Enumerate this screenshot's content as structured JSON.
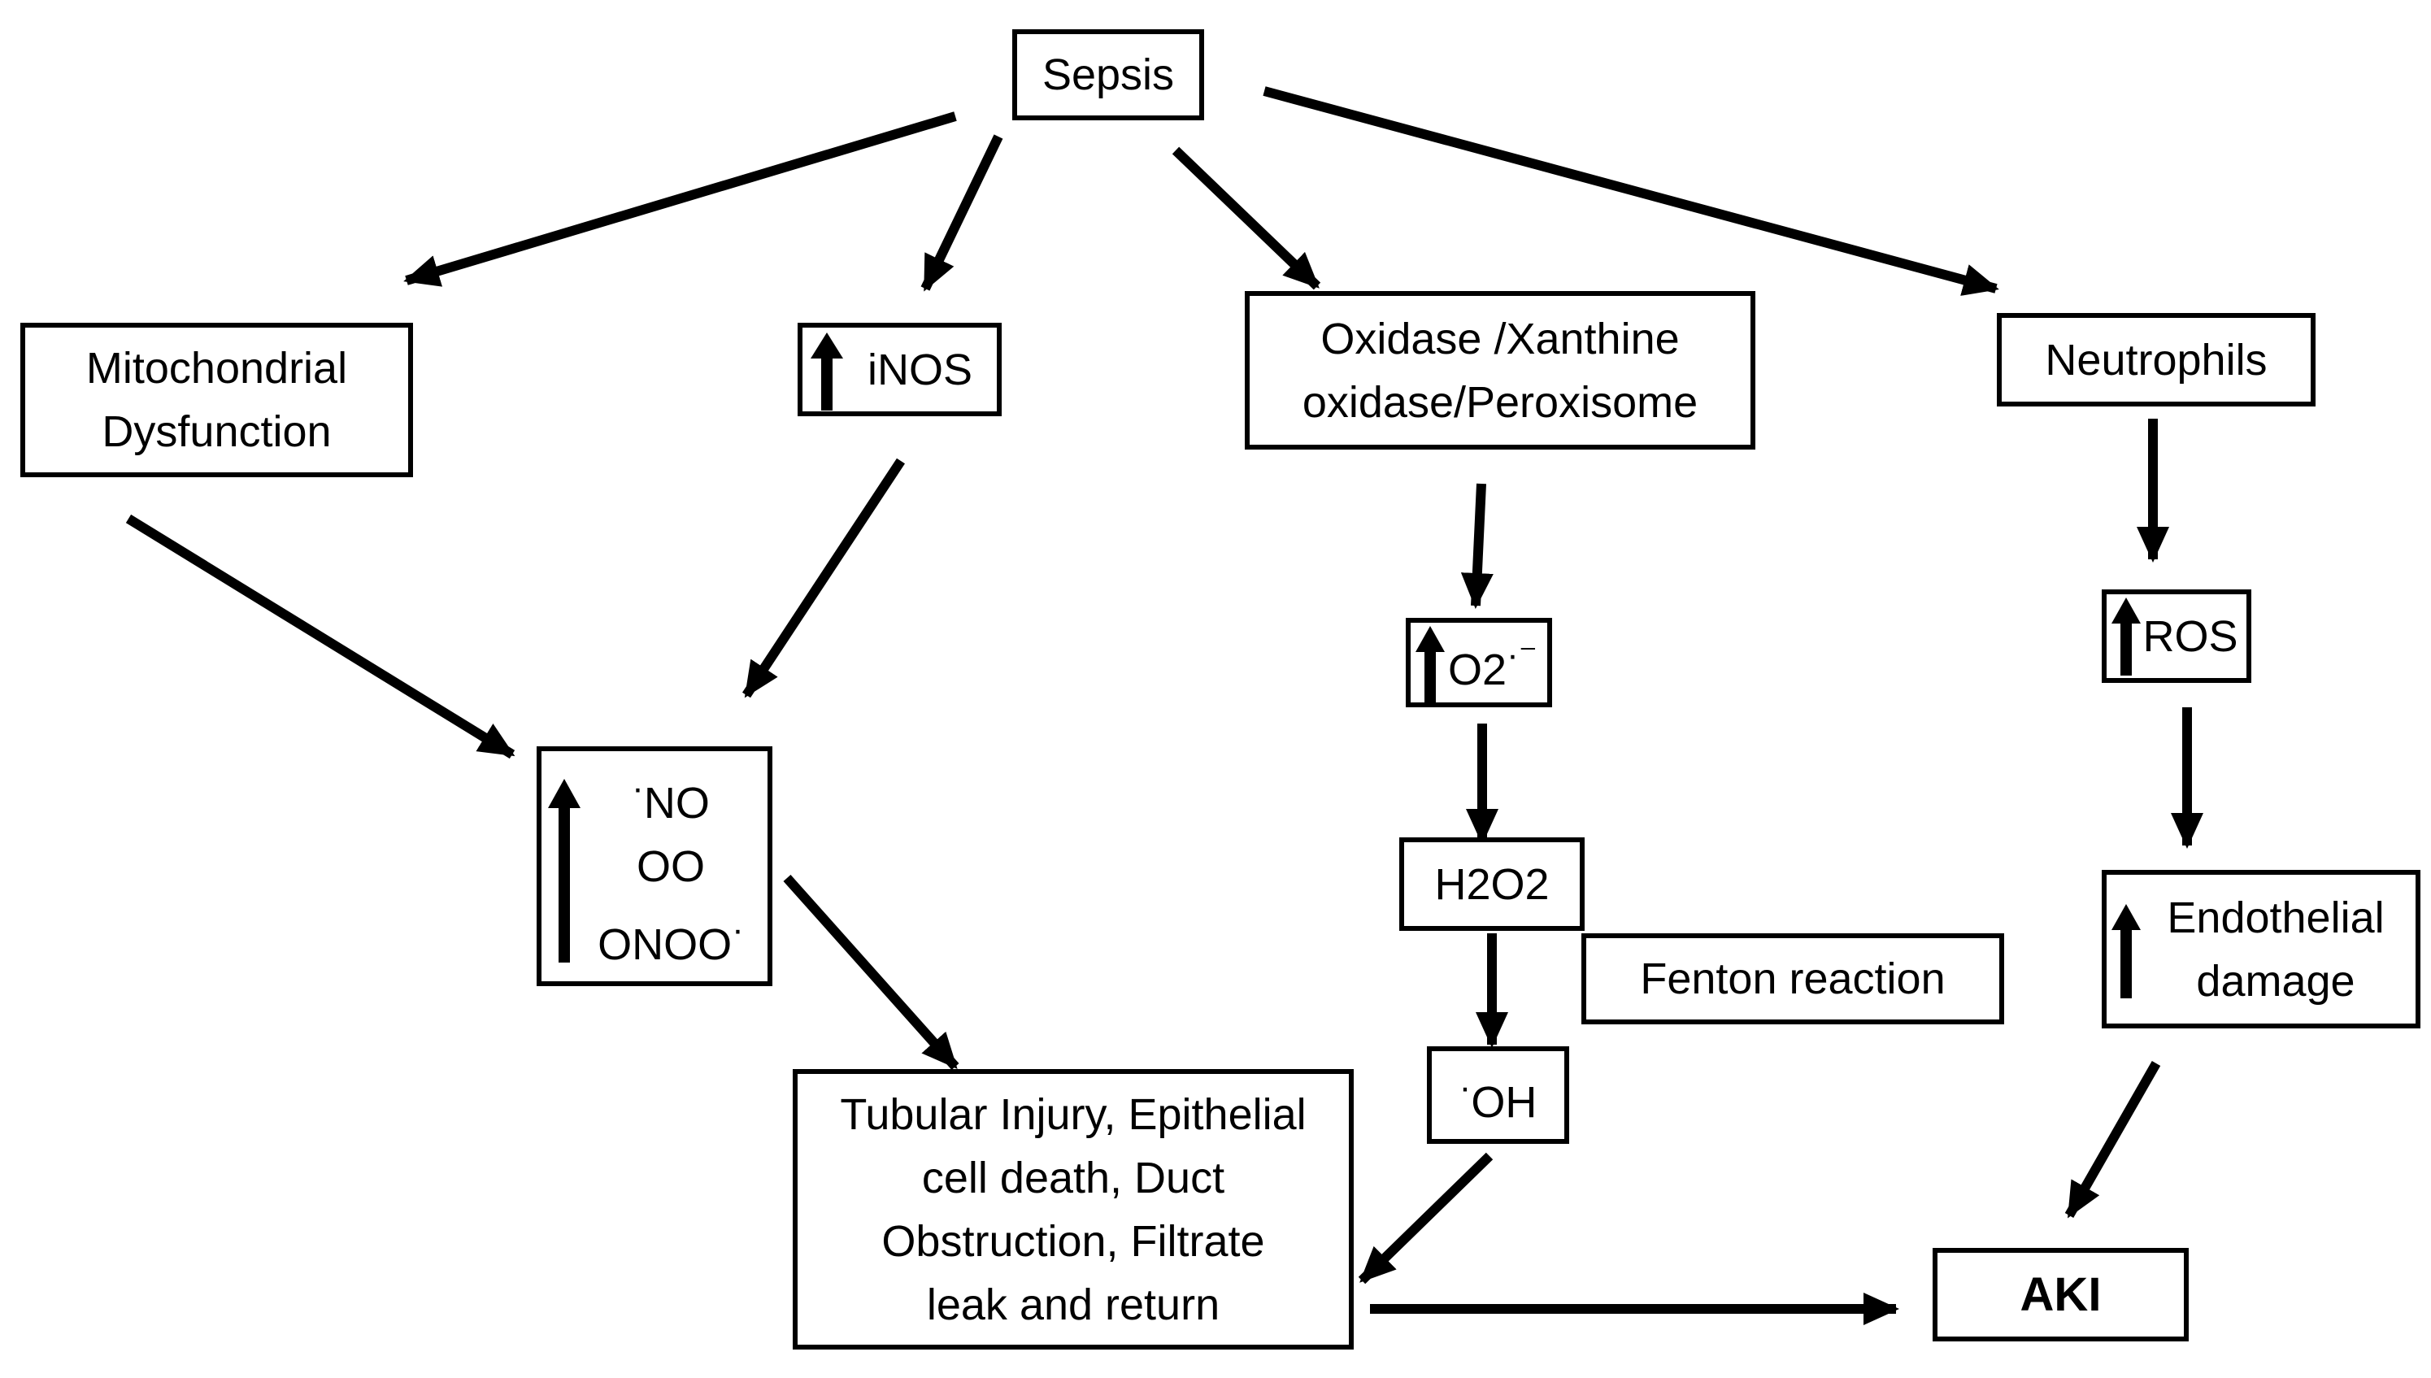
{
  "nodes": {
    "sepsis": "Sepsis",
    "mito": [
      "Mitochondrial",
      "Dysfunction"
    ],
    "inos": "iNOS",
    "oxidase": [
      "Oxidase /Xanthine",
      "oxidase/Peroxisome"
    ],
    "neutrophils": "Neutrophils",
    "ros": "ROS",
    "o2": "O2",
    "o2_radical_mark": "·⁻",
    "h2o2": "H2O2",
    "fenton": "Fenton reaction",
    "oh_dot": "·",
    "oh": "OH",
    "endothelial": [
      "Endothelial",
      "damage"
    ],
    "no_dot": "·",
    "no": "NO",
    "oo": "OO",
    "onoo": "ONOO",
    "onoo_dot": "·",
    "tubular": [
      "Tubular Injury, Epithelial",
      "cell death, Duct",
      "Obstruction, Filtrate",
      "leak and return"
    ],
    "aki": "AKI"
  },
  "colors": {
    "stroke": "#000000",
    "background": "#ffffff"
  }
}
